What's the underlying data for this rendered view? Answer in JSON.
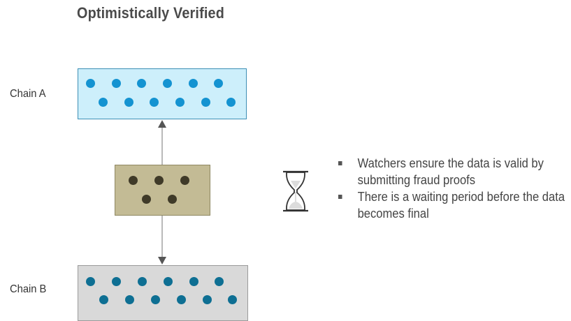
{
  "title": "Optimistically Verified",
  "chains": {
    "a_label": "Chain A",
    "b_label": "Chain B"
  },
  "bullets": [
    {
      "text": "Watchers ensure the data is valid by submitting fraud proofs"
    },
    {
      "text": "There is a  waiting period before the data becomes final"
    }
  ],
  "icons": {
    "waiting": "hourglass-icon",
    "bullet": "square-bullet-icon"
  },
  "colors": {
    "chain_a_fill": "#cdeffb",
    "chain_a_dots": "#1493d1",
    "relay_fill": "#c3bb95",
    "relay_dots": "#3f3a28",
    "chain_b_fill": "#d9d9d9",
    "chain_b_dots": "#0e6f93"
  }
}
